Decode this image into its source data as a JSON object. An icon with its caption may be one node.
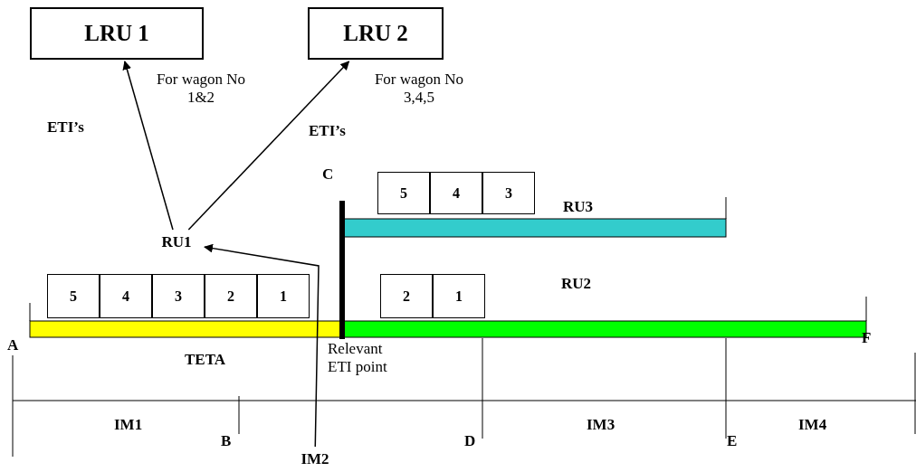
{
  "diagram": {
    "nodes": [
      {
        "text": [
          "LRU 1"
        ]
      },
      {
        "text": [
          "LRU 2"
        ]
      },
      {
        "text": [
          "RU1"
        ]
      },
      {
        "text": [
          "IM2"
        ]
      },
      {
        "text": [
          "5"
        ]
      },
      {
        "text": [
          "4"
        ]
      },
      {
        "text": [
          "3"
        ]
      },
      {
        "text": [
          "2"
        ]
      },
      {
        "text": [
          "1"
        ]
      },
      {
        "text": [
          "5"
        ]
      },
      {
        "text": [
          "4"
        ]
      },
      {
        "text": [
          "3"
        ]
      },
      {
        "text": [
          "2"
        ]
      },
      {
        "text": [
          "1"
        ]
      }
    ],
    "edges": [
      {
        "from": 2,
        "to": 0,
        "arrow": "to",
        "label": "ETI’s"
      },
      {
        "from": 2,
        "to": 1,
        "arrow": "to",
        "label": "ETI’s"
      },
      {
        "from": 3,
        "to": 2,
        "arrow": "to"
      }
    ],
    "labels": [
      "For wagon No 1&2",
      "For wagon No 3,4,5",
      "C",
      "RU3",
      "RU2",
      "A",
      "F",
      "TETA",
      "Relevant ETI point",
      "IM1",
      "B",
      "D",
      "IM3",
      "E",
      "IM4"
    ]
  }
}
